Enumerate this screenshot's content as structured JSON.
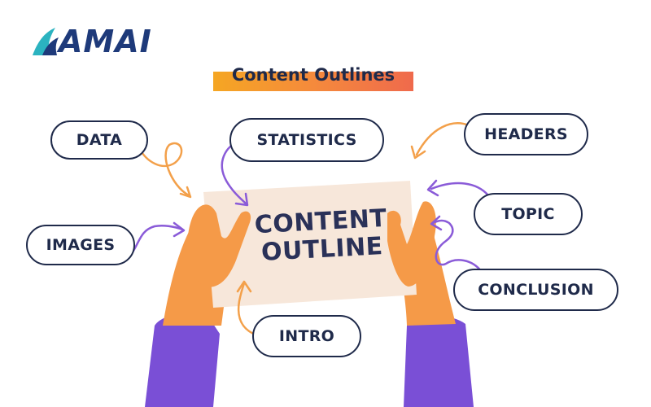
{
  "logo": {
    "text": "AMAI",
    "mark_icon": "leaf-wave-icon",
    "color": "#1e3a7a",
    "accent": "#2bb3c0"
  },
  "title": {
    "text": "Content Outlines",
    "color": "#1f2a4a",
    "bar_color": "#f58a3c"
  },
  "card": {
    "line1": "CONTENT",
    "line2": "OUTLINE",
    "text_color": "#2a3158",
    "paper_color": "#f7e7da"
  },
  "labels": {
    "data": "DATA",
    "statistics": "STATISTICS",
    "headers": "HEADERS",
    "topic": "TOPIC",
    "images": "IMAGES",
    "conclusion": "CONCLUSION",
    "intro": "INTRO"
  },
  "colors": {
    "ink": "#1f2a4a",
    "arrow_orange": "#f3a04a",
    "arrow_purple": "#8a5bd8",
    "skin": "#f59a48",
    "sleeve": "#7a4fd6"
  }
}
